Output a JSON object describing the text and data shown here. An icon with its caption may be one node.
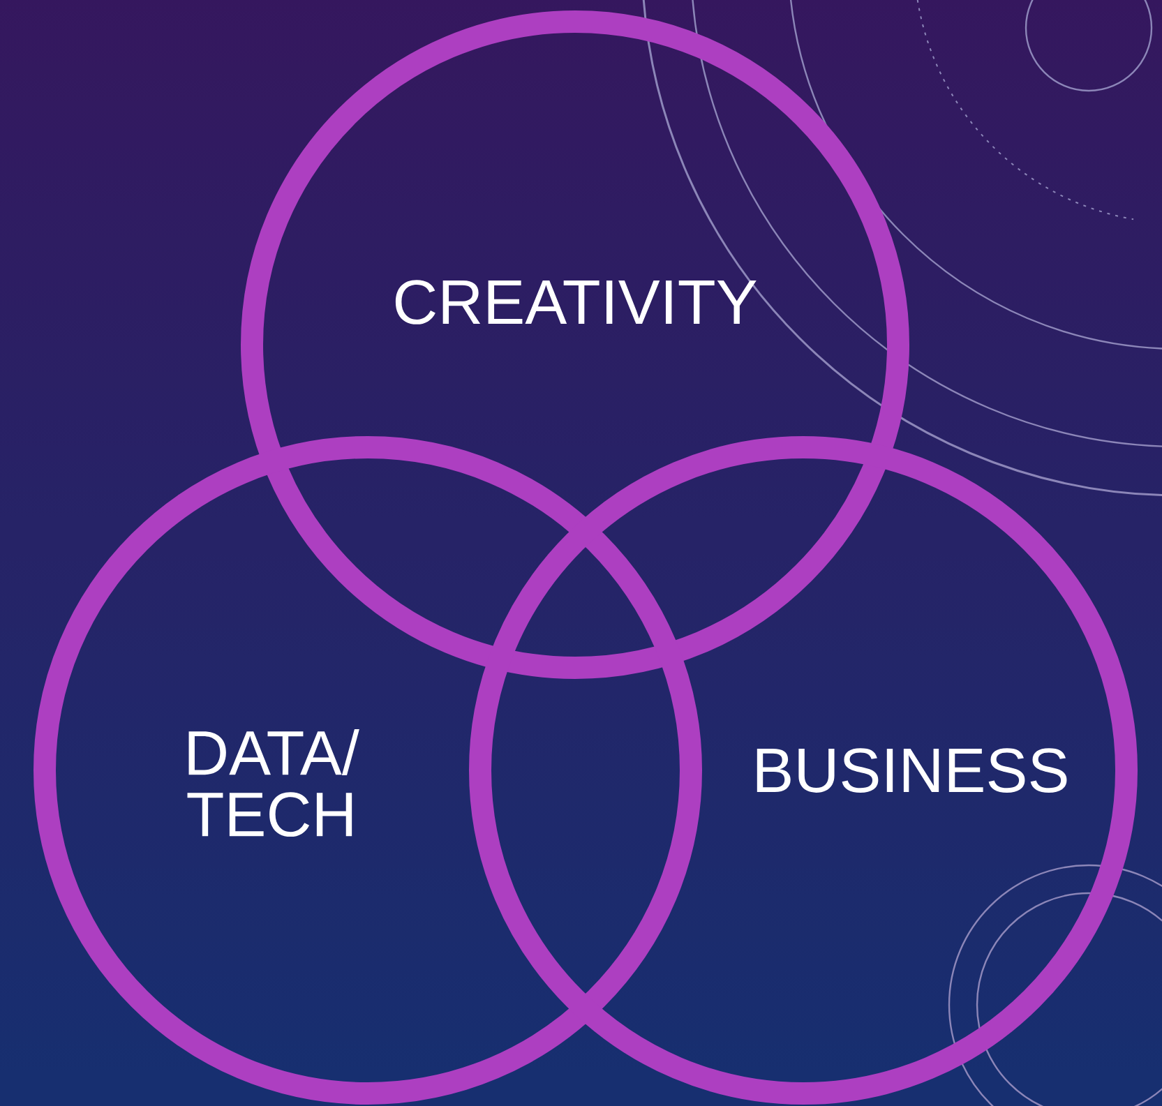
{
  "diagram": {
    "nodes": [
      {
        "text": [
          "CREATIVITY"
        ]
      },
      {
        "text": [
          "DATA/ TECH"
        ]
      },
      {
        "text": [
          "BUSINESS"
        ]
      }
    ]
  }
}
